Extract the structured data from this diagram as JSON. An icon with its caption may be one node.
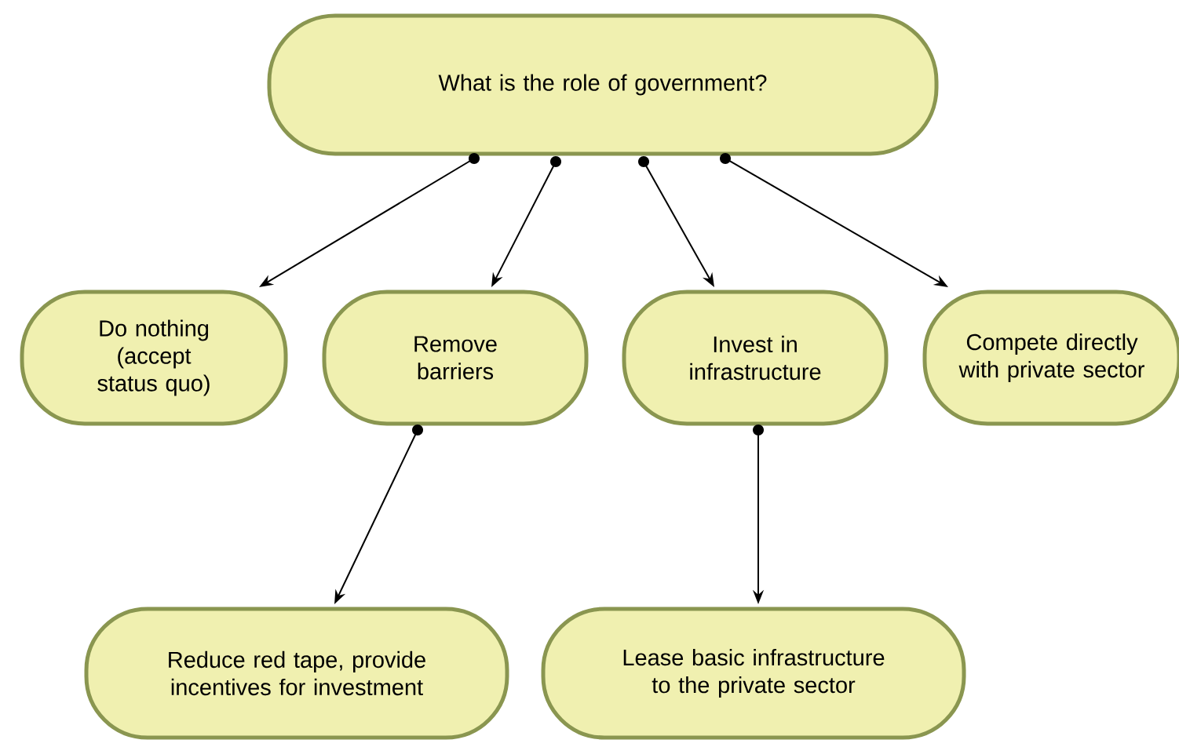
{
  "diagram": {
    "nodes": [
      {
        "text": [
          "What is the role of government?"
        ]
      },
      {
        "text": [
          "Do nothing (accept status quo)"
        ]
      },
      {
        "text": [
          "Remove barriers"
        ]
      },
      {
        "text": [
          "Invest in infrastructure"
        ]
      },
      {
        "text": [
          "Compete directly with private sector"
        ]
      },
      {
        "text": [
          "Reduce red tape, provide incentives for investment"
        ]
      },
      {
        "text": [
          "Lease basic infrastructure to the private sector"
        ]
      }
    ],
    "edges": [
      {
        "from": 0,
        "to": 1,
        "arrow": "to"
      },
      {
        "from": 0,
        "to": 2,
        "arrow": "to"
      },
      {
        "from": 0,
        "to": 3,
        "arrow": "to"
      },
      {
        "from": 0,
        "to": 4,
        "arrow": "to"
      },
      {
        "from": 2,
        "to": 5,
        "arrow": "to"
      },
      {
        "from": 3,
        "to": 6,
        "arrow": "to"
      }
    ]
  }
}
